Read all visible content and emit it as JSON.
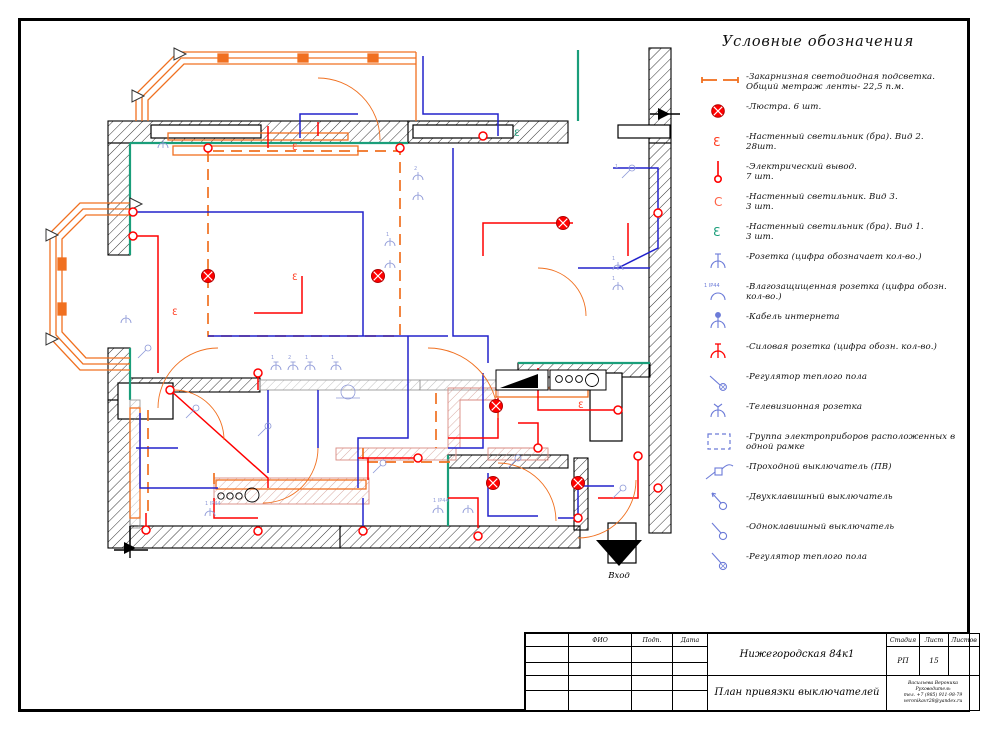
{
  "document": {
    "title": "Нижегородская 84к1",
    "drawing_name": "План привязки выключателей"
  },
  "legend": {
    "title": "Условные обозначения",
    "items": [
      {
        "icon": "dashed-orange-line-icon",
        "color": "#F07020",
        "label": "-Закарнизная светодиодная подсветка.\nОбщий метраж ленты- 22,5 п.м."
      },
      {
        "icon": "chandelier-icon",
        "color": "#FF0000",
        "label": "-Люстра. 6 шт."
      },
      {
        "icon": "wall-lamp-view2-icon",
        "color": "#FF3A1E",
        "label": "-Настенный светильник (бра). Вид 2.\n28шт."
      },
      {
        "icon": "electrical-outlet-lead-icon",
        "color": "#FF0000",
        "label": "-Электрический вывод.\n7 шт."
      },
      {
        "icon": "wall-lamp-view3-icon",
        "color": "#FF6347",
        "label": "-Настенный светильник. Вид 3.\n3 шт."
      },
      {
        "icon": "wall-lamp-view1-icon",
        "color": "#1A9E7A",
        "label": "-Настенный светильник (бра). Вид 1.\n3 шт."
      },
      {
        "icon": "socket-icon",
        "color": "#6C7BD8",
        "label": "-Розетка (цифра обозначает кол-во.)"
      },
      {
        "icon": "waterproof-socket-icon",
        "color": "#6C7BD8",
        "label": "-Влагозащищенная розетка (цифра обозн.\nкол-во.)"
      },
      {
        "icon": "internet-cable-icon",
        "color": "#6C7BD8",
        "label": "-Кабель интернета"
      },
      {
        "icon": "power-socket-icon",
        "color": "#FF0000",
        "label": "-Силовая розетка (цифра обозн. кол-во.)"
      },
      {
        "icon": "floor-heating-regulator-icon",
        "color": "#6C7BD8",
        "label": "-Регулятор теплого пола"
      },
      {
        "icon": "tv-socket-icon",
        "color": "#6C7BD8",
        "label": "-Телевизионная розетка"
      },
      {
        "icon": "appliance-group-frame-icon",
        "color": "#6C7BD8",
        "label": "-Группа электроприборов расположенных в\nодной рамке"
      },
      {
        "icon": "pass-through-switch-icon",
        "color": "#6C7BD8",
        "label": "-Проходной выключатель (ПВ)"
      },
      {
        "icon": "two-gang-switch-icon",
        "color": "#6C7BD8",
        "label": "-Двухклавишный выключатель"
      },
      {
        "icon": "one-gang-switch-icon",
        "color": "#6C7BD8",
        "label": "-Одноклавишный выключатель"
      },
      {
        "icon": "floor-heating-regulator-icon",
        "color": "#6C7BD8",
        "label": "-Регулятор теплого пола"
      }
    ]
  },
  "plan": {
    "entrance_label": "Вход",
    "socket_qty_labels": [
      "1",
      "2",
      "1",
      "1",
      "2",
      "1",
      "1",
      "1"
    ],
    "waterproof_label": "1 IP44"
  },
  "title_block": {
    "col_headers": [
      "ФИО",
      "Подп.",
      "Дата"
    ],
    "stage_headers": [
      "Стадия",
      "Лист",
      "Листов"
    ],
    "stage_value": "РП",
    "sheet_value": "15",
    "sheets_total": "",
    "object_name": "Нижегородская 84к1",
    "sheet_name": "План привязки выключателей",
    "author_line1": "Васильева Вероника",
    "author_line2": "Руководитель",
    "author_line3": "тел. +7 (985) 911-98-79",
    "author_line4": "veronikavr28@yandex.ru"
  },
  "colors": {
    "wall": "#000000",
    "wiring_red": "#FF0000",
    "wiring_blue": "#2222CC",
    "led_orange": "#F07020",
    "accent_teal": "#1A9E7A",
    "symbol_blue": "#6C7BD8",
    "furniture_pink": "#E8A39A"
  }
}
